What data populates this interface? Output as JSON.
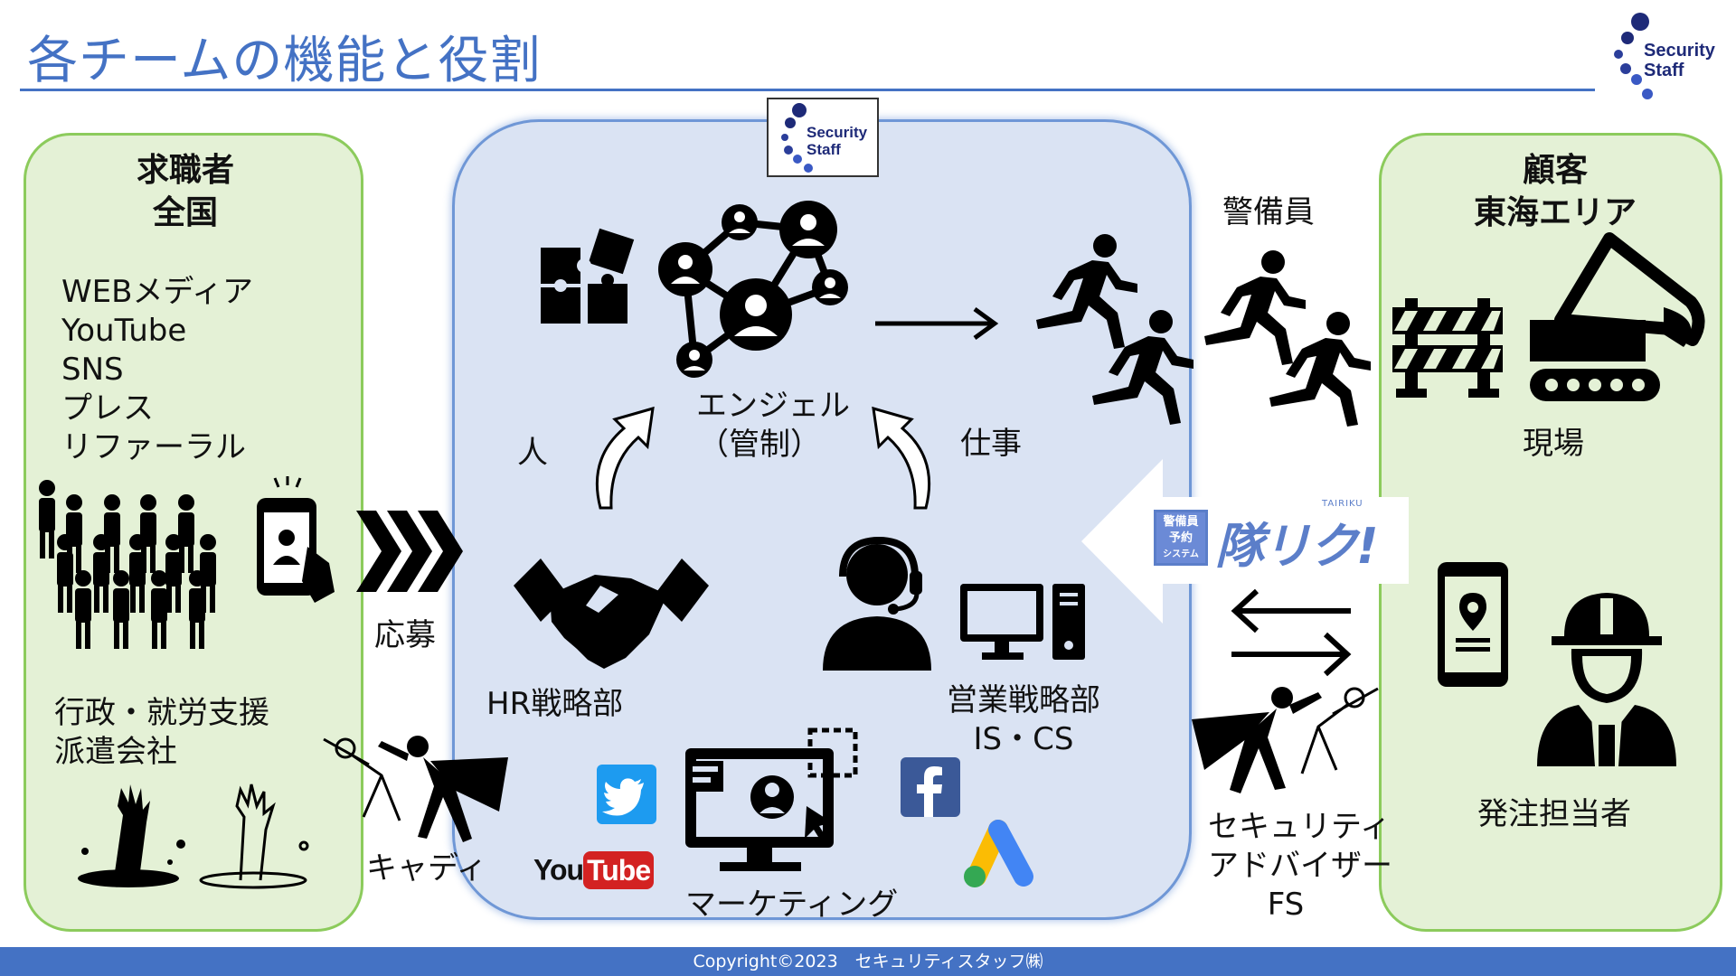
{
  "slide": {
    "title": "各チームの機能と役割",
    "footer": "Copyright©2023　セキュリティスタッフ㈱"
  },
  "logo": {
    "line1": "Security",
    "line2": "Staff"
  },
  "left": {
    "heading_line1": "求職者",
    "heading_line2": "全国",
    "media": [
      "WEBメディア",
      "YouTube",
      "SNS",
      "プレス",
      "リファーラル"
    ],
    "gov_line1": "行政・就労支援",
    "gov_line2": "派遣会社"
  },
  "flow": {
    "apply": "応募",
    "caddy": "キャディ",
    "person": "人",
    "job": "仕事",
    "guards": "警備員"
  },
  "center": {
    "angel_line1": "エンジェル",
    "angel_line2": "（管制）",
    "hr": "HR戦略部",
    "sales_line1": "営業戦略部",
    "sales_line2": "IS・CS",
    "marketing": "マーケティング",
    "youtube_a": "You",
    "youtube_b": "Tube"
  },
  "tairiku": {
    "stamp_line1": "警備員",
    "stamp_line2": "予約",
    "stamp_line3": "システム",
    "name": "隊リク!",
    "small": "TAIRIKU"
  },
  "right": {
    "heading_line1": "顧客",
    "heading_line2": "東海エリア",
    "site": "現場",
    "orderer": "発注担当者",
    "advisor_line1": "セキュリティ",
    "advisor_line2": "アドバイザー",
    "advisor_line3": "FS"
  },
  "colors": {
    "accent": "#4472c4",
    "green_panel": "#e4f1d6",
    "green_border": "#8ccb5c",
    "blue_panel": "#dae3f3",
    "blue_border": "#6f97d6"
  },
  "icons": [
    "crowd-icon",
    "smartphone-person-icon",
    "chevrons-icon",
    "zombie-hands-icon",
    "superhero-icon",
    "puzzle-icon",
    "network-icon",
    "arrow-right-icon",
    "curved-arrow-up-icon",
    "runner-icon",
    "handshake-icon",
    "operator-headset-icon",
    "desktop-computer-icon",
    "marketing-screen-icon",
    "twitter-icon",
    "facebook-icon",
    "youtube-icon",
    "google-ads-icon",
    "barricade-icon",
    "excavator-icon",
    "phone-location-icon",
    "construction-worker-icon",
    "exchange-arrows-icon"
  ]
}
